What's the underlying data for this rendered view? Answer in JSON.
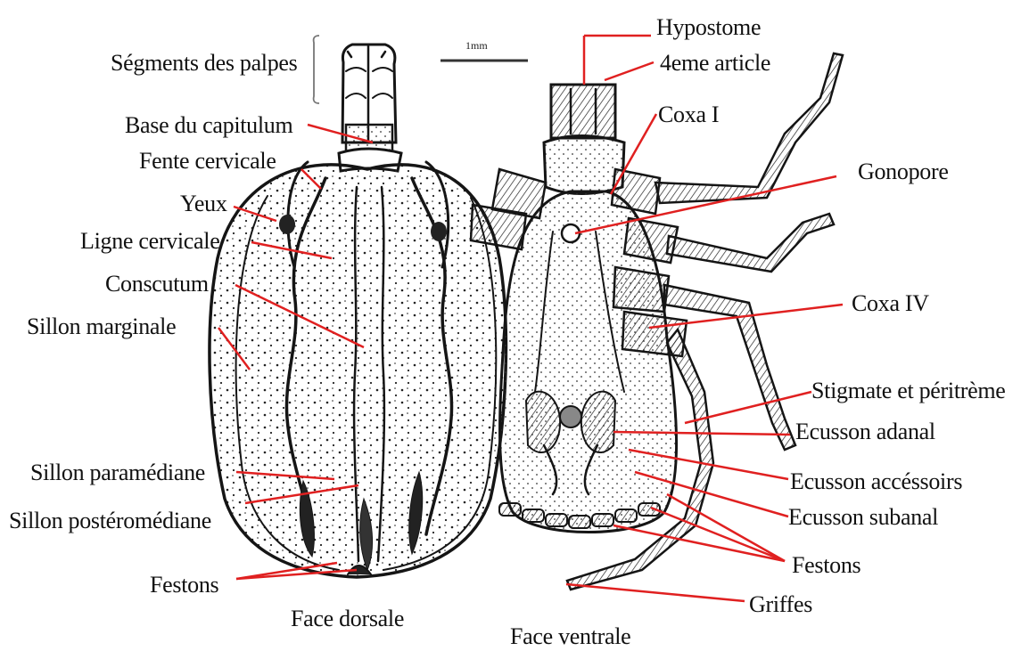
{
  "colors": {
    "leader": "#e02020",
    "ink": "#151515",
    "paper": "#ffffff"
  },
  "scale_bar": {
    "label": "1mm"
  },
  "dorsal": {
    "caption": "Face dorsale",
    "labels": {
      "segments_palpes": "Ségments des palpes",
      "base_capitulum": "Base du capitulum",
      "fente_cervicale": "Fente cervicale",
      "yeux": "Yeux",
      "ligne_cervicale": "Ligne cervicale",
      "conscutum": "Conscutum",
      "sillon_marginale": "Sillon marginale",
      "sillon_paramediane": "Sillon paramédiane",
      "sillon_posteromediane": "Sillon postéromédiane",
      "festons": "Festons"
    }
  },
  "ventral": {
    "caption": "Face ventrale",
    "labels": {
      "hypostome": "Hypostome",
      "article_4": "4eme article",
      "coxa_1": "Coxa I",
      "gonopore": "Gonopore",
      "coxa_4": "Coxa IV",
      "stigmate": "Stigmate et péritrème",
      "ecusson_adanal": "Ecusson adanal",
      "ecusson_accessoirs": "Ecusson accéssoirs",
      "ecusson_subanal": "Ecusson subanal",
      "festons": "Festons",
      "griffes": "Griffes"
    }
  }
}
